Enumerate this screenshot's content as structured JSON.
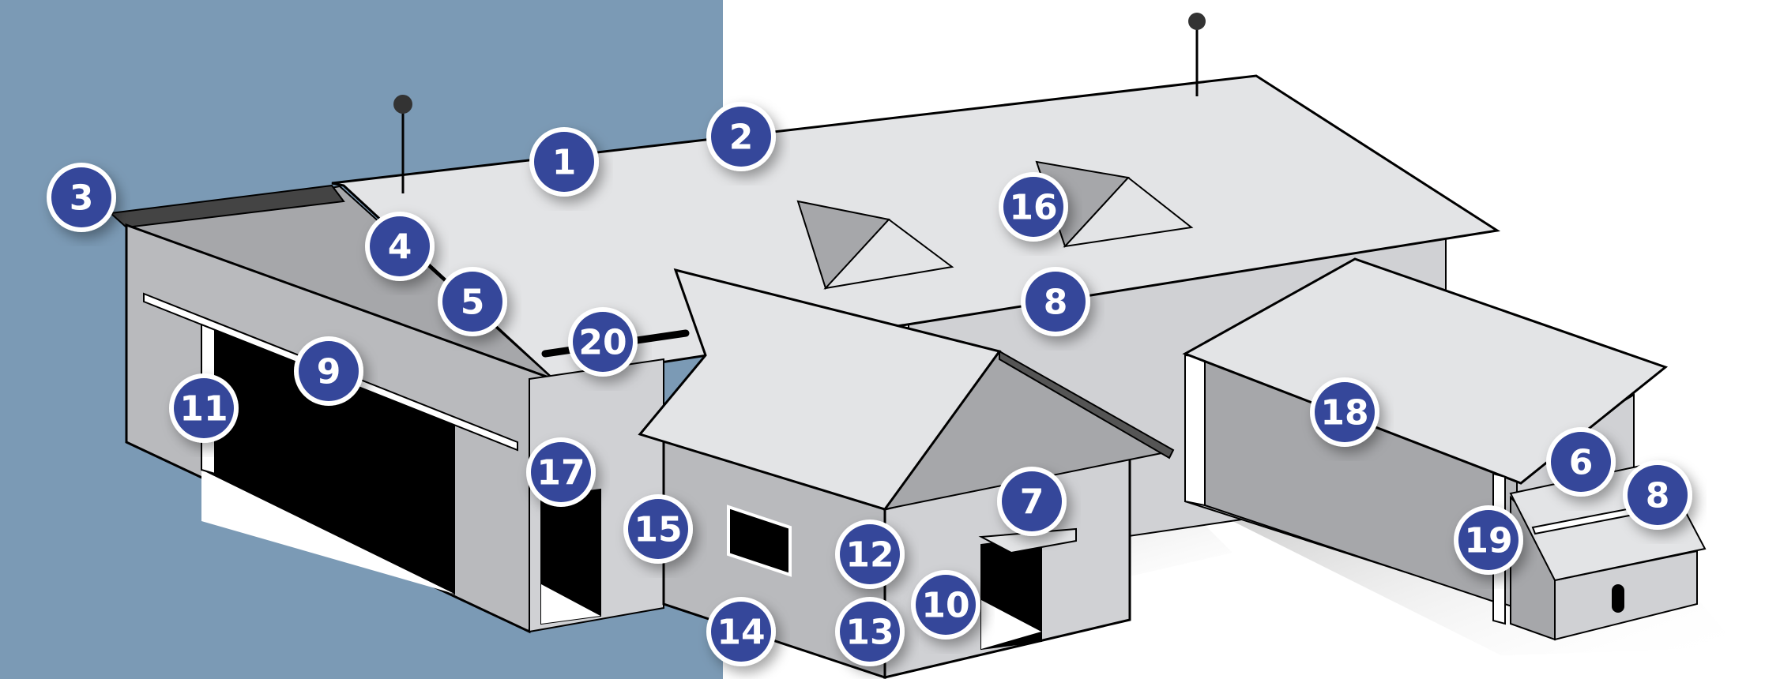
{
  "colors": {
    "left_background": "#7b9ab5",
    "right_background": "#ffffff",
    "roof": "#e3e4e6",
    "wall_light": "#d0d1d4",
    "wall_mid": "#b9babd",
    "wall_dark": "#a6a7aa",
    "opening": "#000000",
    "outline": "#000000",
    "callout_fill": "#35469a",
    "callout_ring": "#ffffff",
    "callout_text": "#ffffff"
  },
  "callouts": [
    {
      "id": "c1",
      "label": "1"
    },
    {
      "id": "c2",
      "label": "2"
    },
    {
      "id": "c3",
      "label": "3"
    },
    {
      "id": "c4",
      "label": "4"
    },
    {
      "id": "c5",
      "label": "5"
    },
    {
      "id": "c20",
      "label": "20"
    },
    {
      "id": "c9",
      "label": "9"
    },
    {
      "id": "c11",
      "label": "11"
    },
    {
      "id": "c17",
      "label": "17"
    },
    {
      "id": "c15",
      "label": "15"
    },
    {
      "id": "c14",
      "label": "14"
    },
    {
      "id": "c12",
      "label": "12"
    },
    {
      "id": "c13",
      "label": "13"
    },
    {
      "id": "c7",
      "label": "7"
    },
    {
      "id": "c10",
      "label": "10"
    },
    {
      "id": "c16",
      "label": "16"
    },
    {
      "id": "c8a",
      "label": "8"
    },
    {
      "id": "c18",
      "label": "18"
    },
    {
      "id": "c6",
      "label": "6"
    },
    {
      "id": "c8b",
      "label": "8"
    },
    {
      "id": "c19",
      "label": "19"
    }
  ]
}
